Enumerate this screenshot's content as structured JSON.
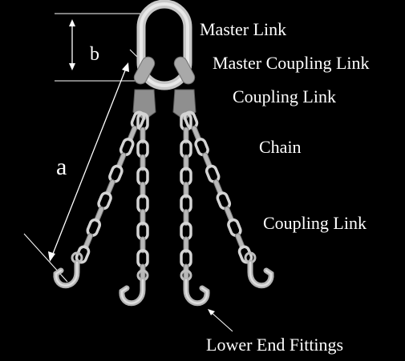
{
  "labels": {
    "master_link": "Master Link",
    "master_coupling_link": "Master Coupling Link",
    "coupling_link_upper": "Coupling Link",
    "chain": "Chain",
    "coupling_link_lower": "Coupling Link",
    "lower_end_fittings": "Lower End Fittings"
  },
  "dimensions": {
    "a": "a",
    "b": "b"
  },
  "colors": {
    "background": "#000000",
    "text": "#ffffff",
    "metal_light": "#d9d9d9",
    "metal_mid": "#b3b3b3",
    "metal_dark": "#7a7a7a"
  },
  "legs": 4
}
